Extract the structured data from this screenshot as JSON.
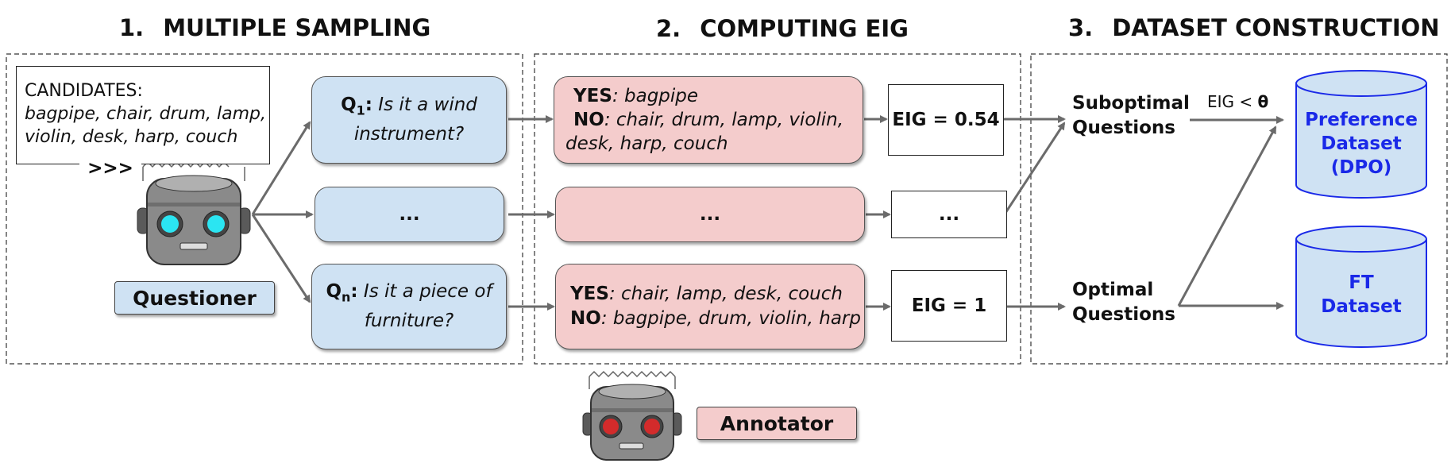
{
  "sections": {
    "s1": {
      "num": "1.",
      "title": "MULTIPLE SAMPLING"
    },
    "s2": {
      "num": "2.",
      "title": "COMPUTING EIG"
    },
    "s3": {
      "num": "3.",
      "title": "DATASET CONSTRUCTION"
    }
  },
  "candidates": {
    "label": "CANDIDATES:",
    "line1": "bagpipe, chair, drum, lamp,",
    "line2": "violin, desk, harp, couch",
    "prompt": ">>>"
  },
  "questioner_label": "Questioner",
  "annotator_label": "Annotator",
  "questions": {
    "q1": {
      "prefix": "Q",
      "sub": "1",
      "colon": ":",
      "text_line1": " Is it a wind",
      "text_line2": "instrument?"
    },
    "mid": "...",
    "qn": {
      "prefix": "Q",
      "sub": "n",
      "colon": ":",
      "text_line1": " Is it a piece of",
      "text_line2": "furniture?"
    }
  },
  "answers": {
    "a1": {
      "yes_label": "YES",
      "yes_text": ": bagpipe",
      "no_label": "NO",
      "no_text_line1": ": chair, drum, lamp, violin,",
      "no_text_line2": "desk, harp, couch"
    },
    "mid": "...",
    "an": {
      "yes_label": "YES",
      "yes_text": ": chair, lamp, desk, couch",
      "no_label": "NO",
      "no_text": ": bagpipe, drum, violin, harp"
    }
  },
  "eig": {
    "e1": "EIG = 0.54",
    "mid": "...",
    "en": "EIG = 1"
  },
  "construction": {
    "suboptimal_line1": "Suboptimal",
    "suboptimal_line2": "Questions",
    "optimal_line1": "Optimal",
    "optimal_line2": "Questions",
    "threshold_prefix": "EIG < ",
    "threshold_symbol": "θ"
  },
  "datasets": {
    "preference": {
      "line1": "Preference",
      "line2": "Dataset",
      "line3": "(DPO)"
    },
    "ft": {
      "line1": "FT",
      "line2": "Dataset"
    }
  },
  "colors": {
    "question_fill": "#cfe2f3",
    "answer_fill": "#f4cccc",
    "dataset_fill": "#cfe2f3",
    "dataset_stroke": "#1a29e8",
    "arrow": "#6b6b6b",
    "questioner_eyes": "#2be5f2",
    "annotator_eyes": "#d32b2b"
  }
}
